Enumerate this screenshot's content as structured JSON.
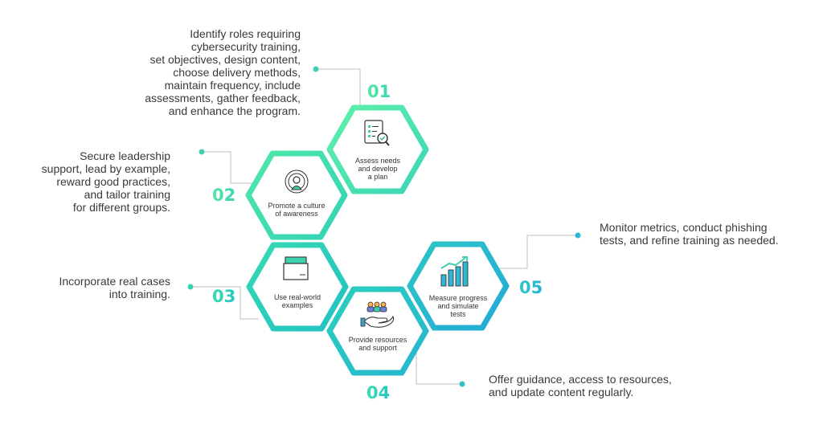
{
  "colors": {
    "teal_light": "#4fe3b0",
    "teal_mid": "#2fd4b4",
    "teal_dark": "#1fc4c4",
    "cyan": "#29b6d6",
    "connector": "#bdbdbd",
    "dot": "#3fd0b0",
    "text": "#3a3a3a"
  },
  "steps": [
    {
      "number": "01",
      "label": [
        "Assess needs",
        "and develop",
        "a plan"
      ],
      "icon": "checklist-magnifier-icon",
      "description": "Identify roles requiring\ncybersecurity training,\nset objectives, design content,\nchoose delivery methods,\nmaintain frequency, include\nassessments, gather feedback,\nand enhance the program."
    },
    {
      "number": "02",
      "label": [
        "Promote a culture",
        "of awareness"
      ],
      "icon": "broadcasting-person-icon",
      "description": "Secure leadership\nsupport, lead by example,\nreward good practices,\nand tailor training\nfor different groups."
    },
    {
      "number": "03",
      "label": [
        "Use real-world",
        "examples"
      ],
      "icon": "folder-icon",
      "description": "Incorporate real cases\ninto training."
    },
    {
      "number": "04",
      "label": [
        "Provide resources",
        "and support"
      ],
      "icon": "hand-with-people-icon",
      "description": "Offer guidance, access to resources,\nand update content regularly."
    },
    {
      "number": "05",
      "label": [
        "Measure progress",
        "and simulate",
        "tests"
      ],
      "icon": "growth-chart-icon",
      "description": "Monitor metrics, conduct phishing\ntests, and refine training as needed."
    }
  ]
}
